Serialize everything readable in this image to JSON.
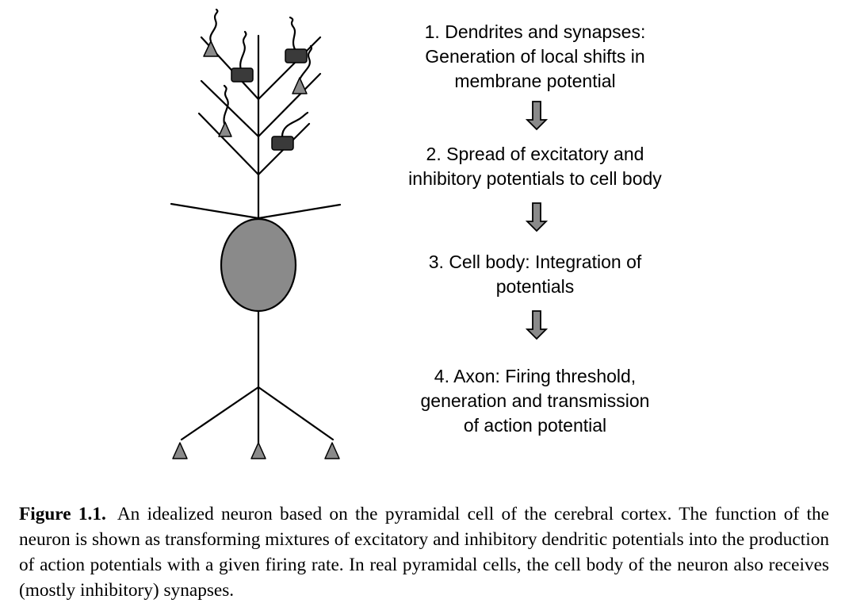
{
  "figure": {
    "steps": [
      {
        "text": "1. Dendrites and synapses:\nGeneration of local shifts in\nmembrane potential"
      },
      {
        "text": "2. Spread of excitatory and\ninhibitory potentials to cell body"
      },
      {
        "text": "3. Cell body: Integration of\npotentials"
      },
      {
        "text": "4. Axon: Firing threshold,\ngeneration and transmission\nof action potential"
      }
    ],
    "colors": {
      "soma_fill": "#8a8a8a",
      "excitatory_synapse_fill": "#8a8a8a",
      "inhibitory_synapse_fill": "#3a3a3a",
      "arrow_fill": "#8a8a8a",
      "line": "#000000"
    }
  },
  "caption": {
    "label": "Figure 1.1.",
    "text": "An idealized neuron based on the pyramidal cell of the cerebral cortex. The function of the neuron is shown as transforming mixtures of excitatory and inhibitory dendritic potentials into the production of action potentials with a given firing rate. In real pyramidal cells, the cell body of the neuron also receives (mostly inhibitory) synapses."
  }
}
